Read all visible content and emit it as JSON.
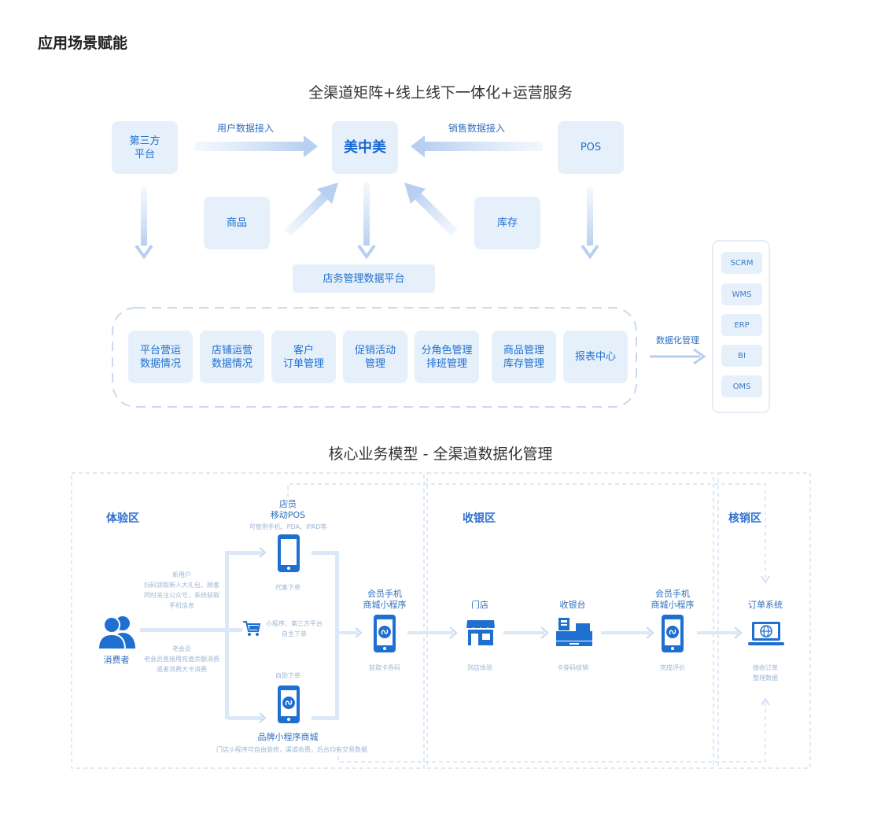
{
  "page_title": "应用场景赋能",
  "diagram1": {
    "title": "全渠道矩阵+线上线下一体化+运营服务",
    "left_source": [
      "第三方",
      "平台"
    ],
    "center": "美中美",
    "right_source": "POS",
    "flow_left_label": "用户数据接入",
    "flow_right_label": "销售数据接入",
    "goods": "商品",
    "stock": "库存",
    "platform": "店务管理数据平台",
    "modules": [
      [
        "平台营运",
        "数据情况"
      ],
      [
        "店铺运营",
        "数据情况"
      ],
      [
        "客户",
        "订单管理"
      ],
      [
        "促销活动",
        "管理"
      ],
      [
        "分角色管理",
        "排班管理"
      ],
      [
        "商品管理",
        "库存管理"
      ],
      [
        "报表中心",
        ""
      ]
    ],
    "digital_label": "数据化管理",
    "systems": [
      "SCRM",
      "WMS",
      "ERP",
      "BI",
      "OMS"
    ]
  },
  "diagram2": {
    "title": "核心业务模型 - 全渠道数据化管理",
    "zones": [
      "体验区",
      "收银区",
      "核销区"
    ],
    "consumer": "消费者",
    "new_user": [
      "新用户",
      "扫码领取新人大礼包，顾客",
      "同时关注公众号，系统获取",
      "手机信息"
    ],
    "old_member": [
      "老会员",
      "老会员直接用充值余额消费",
      "或者消费大卡消费"
    ],
    "staff_pos": [
      "店员",
      "移动POS"
    ],
    "staff_pos_sub": "可使用手机、PDA、IPAD等",
    "proxy_order": "代客下单",
    "mini_order": [
      "小程序、第三方平台",
      "自主下单"
    ],
    "self_order": "自助下单",
    "brand_mini": "品牌小程序商城",
    "brand_mini_sub": "门店小程序可自由装修，渠道收费，后台均有交易数据",
    "member_phone_1": [
      "会员手机",
      "商城小程序"
    ],
    "member_phone_1_sub": "获取卡券码",
    "store": "门店",
    "store_sub": "到店体验",
    "cashier": "收银台",
    "cashier_sub": "卡劵码核销",
    "member_phone_2": [
      "会员手机",
      "商城小程序"
    ],
    "member_phone_2_sub": "完成评价",
    "order_system": "订单系统",
    "order_system_sub": [
      "接收订单",
      "整理数据"
    ]
  },
  "colors": {
    "accent": "#2c6fd0",
    "box_fill": "#e6f0fb",
    "arrow": "#c9ddf5",
    "dash": "#c7daf0"
  },
  "icons": [
    "users-icon",
    "cart-icon",
    "phone-icon",
    "mini-program-icon",
    "store-icon",
    "cash-register-icon",
    "computer-icon"
  ]
}
